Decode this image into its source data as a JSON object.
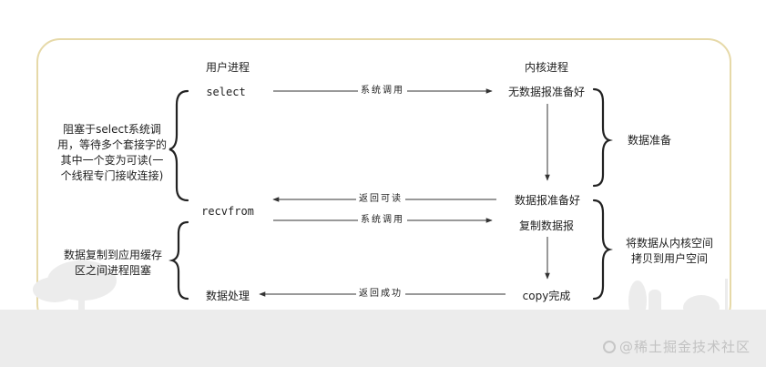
{
  "headers": {
    "user_process": "用户进程",
    "kernel_process": "内核进程"
  },
  "user_side": {
    "select": "select",
    "recvfrom": "recvfrom",
    "process_data": "数据处理"
  },
  "kernel_side": {
    "no_data_ready": "无数据报准备好",
    "data_ready": "数据报准备好",
    "copy_data": "复制数据报",
    "copy_done": "copy完成"
  },
  "arrow_labels": {
    "syscall_1": "系统调用",
    "return_readable": "返回可读",
    "syscall_2": "系统调用",
    "return_success": "返回成功"
  },
  "left_notes": {
    "block_on_select": [
      "阻塞于select系统调",
      "用，等待多个套接字的",
      "其中一个变为可读(一",
      "个线程专门接收连接)"
    ],
    "copy_block": [
      "数据复制到应用缓存",
      "区之间进程阻塞"
    ]
  },
  "right_notes": {
    "data_prepare": "数据准备",
    "copy_to_user": [
      "将数据从内核空间",
      "拷贝到用户空间"
    ]
  },
  "watermark": "@稀土掘金技术社区"
}
